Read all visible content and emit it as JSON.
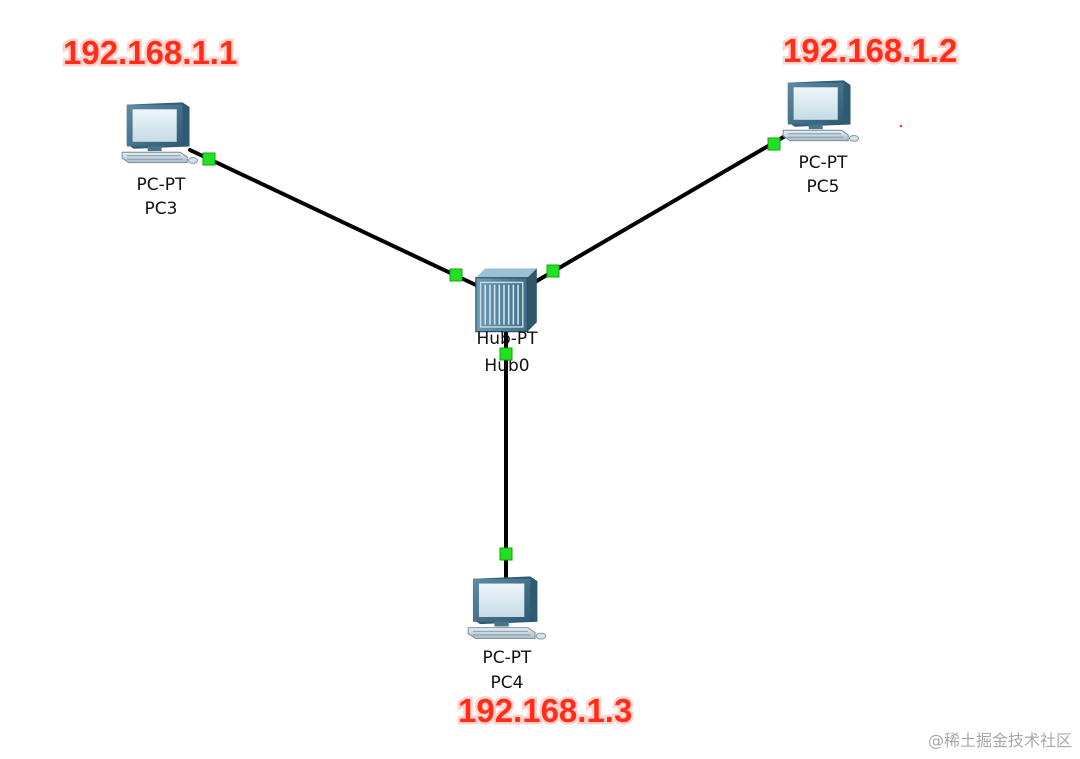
{
  "diagram": {
    "devices": [
      {
        "id": "pc3",
        "model": "PC-PT",
        "name": "PC3",
        "ip": "192.168.1.1",
        "kind": "pc-icon"
      },
      {
        "id": "pc5",
        "model": "PC-PT",
        "name": "PC5",
        "ip": "192.168.1.2",
        "kind": "pc-icon"
      },
      {
        "id": "hub0",
        "model": "Hub-PT",
        "name": "Hub0",
        "kind": "hub-icon"
      },
      {
        "id": "pc4",
        "model": "PC-PT",
        "name": "PC4",
        "ip": "192.168.1.3",
        "kind": "pc-icon"
      }
    ],
    "links": [
      {
        "from": "pc3",
        "to": "hub0",
        "status": "up"
      },
      {
        "from": "pc5",
        "to": "hub0",
        "status": "up"
      },
      {
        "from": "pc4",
        "to": "hub0",
        "status": "up"
      }
    ]
  },
  "colors": {
    "ip_label": "#ff2d1a",
    "port_up": "#22e022",
    "link": "#000000"
  },
  "watermark": "@稀土掘金技术社区"
}
